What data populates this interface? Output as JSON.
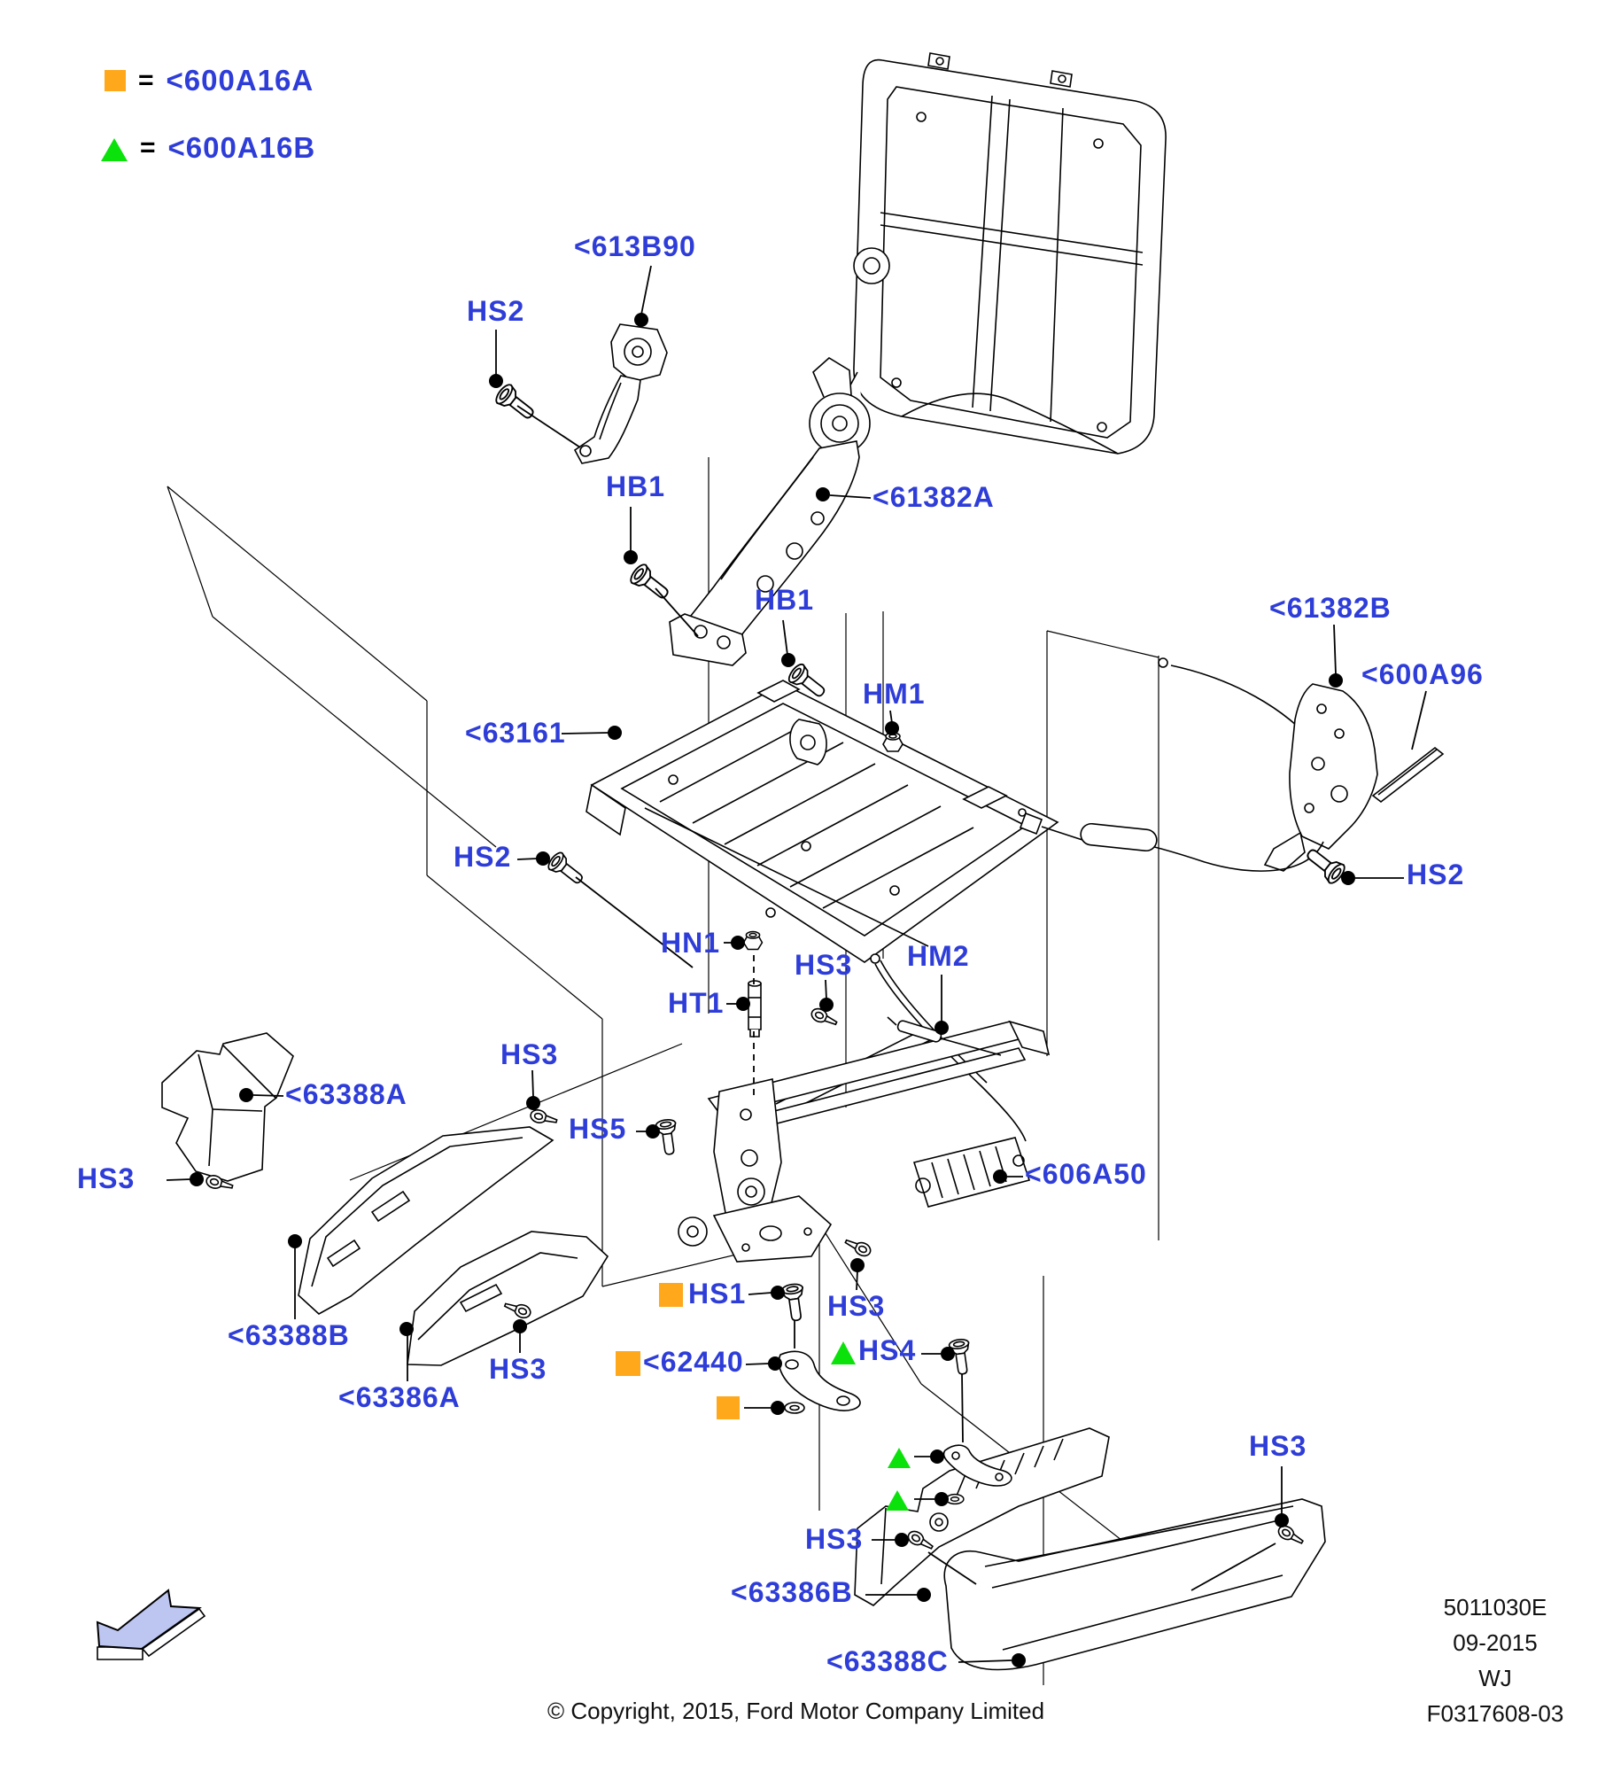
{
  "legend": {
    "equals": "=",
    "square_label": "<600A16A",
    "triangle_label": "<600A16B"
  },
  "callouts": {
    "hs1": "HS1",
    "hs2": "HS2",
    "hs3": "HS3",
    "hs4": "HS4",
    "hs5": "HS5",
    "hb1": "HB1",
    "hm1": "HM1",
    "hm2": "HM2",
    "hn1": "HN1",
    "ht1": "HT1",
    "p613b90": "<613B90",
    "p61382a": "<61382A",
    "p61382b": "<61382B",
    "p600a96": "<600A96",
    "p63161": "<63161",
    "p606a50": "<606A50",
    "p62440": "<62440",
    "p63388a": "<63388A",
    "p63388b": "<63388B",
    "p63388c": "<63388C",
    "p63386a": "<63386A",
    "p63386b": "<63386B"
  },
  "footer": {
    "doc_code": "5011030E",
    "doc_date": "09-2015",
    "doc_market": "WJ",
    "drawing_number": "F0317608-03",
    "copyright": "© Copyright, 2015, Ford Motor Company Limited"
  },
  "colors": {
    "label_blue": "#2E3DD8",
    "marker_orange": "#FFA81C",
    "marker_green": "#0BE20B",
    "arrow_fill": "#BDC5F1",
    "line_black": "#000000"
  }
}
